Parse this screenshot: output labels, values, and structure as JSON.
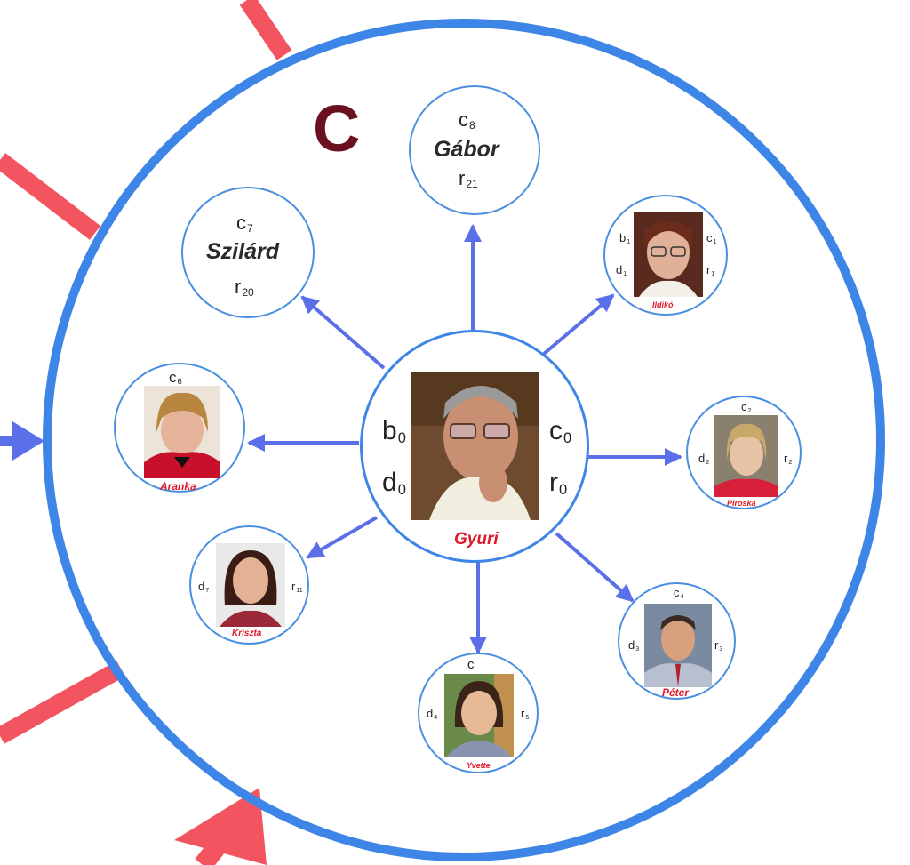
{
  "colors": {
    "ring": "#3d85e6",
    "node_border": "#4a8fe0",
    "edge": "#5b70e8",
    "external": "#f25560",
    "name": "#e01a2a",
    "letter": "#6b1020"
  },
  "group_label": "C",
  "center": {
    "name": "Gyuri",
    "labels": {
      "tl": "b",
      "tl_sub": "0",
      "bl": "d",
      "bl_sub": "0",
      "tr": "c",
      "tr_sub": "0",
      "br": "r",
      "br_sub": "0"
    }
  },
  "nodes": {
    "gabor": {
      "name": "Gábor",
      "top": "c",
      "top_sub": "8",
      "bottom": "r",
      "bottom_sub": "21"
    },
    "szilard": {
      "name": "Szilárd",
      "top": "c",
      "top_sub": "7",
      "bottom": "r",
      "bottom_sub": "20"
    },
    "ildiko": {
      "name": "Ildikó",
      "tl": "b",
      "tl_sub": "1",
      "tr": "c",
      "tr_sub": "1",
      "bl": "d",
      "bl_sub": "1",
      "br": "r",
      "br_sub": "1"
    },
    "piroska": {
      "name": "Piroska",
      "top": "c",
      "top_sub": "2",
      "left": "d",
      "left_sub": "2",
      "right": "r",
      "right_sub": "2"
    },
    "peter": {
      "name": "Péter",
      "top": "c",
      "top_sub": "4",
      "left": "d",
      "left_sub": "3",
      "right": "r",
      "right_sub": "3"
    },
    "yvette": {
      "name": "Yvette",
      "top": "c",
      "left": "d",
      "left_sub": "4",
      "right": "r",
      "right_sub": "5"
    },
    "kriszta": {
      "name": "Kriszta",
      "left": "d",
      "left_sub": "7",
      "right": "r",
      "right_sub": "11"
    },
    "aranka": {
      "name": "Aranka",
      "top": "c",
      "top_sub": "6"
    }
  }
}
